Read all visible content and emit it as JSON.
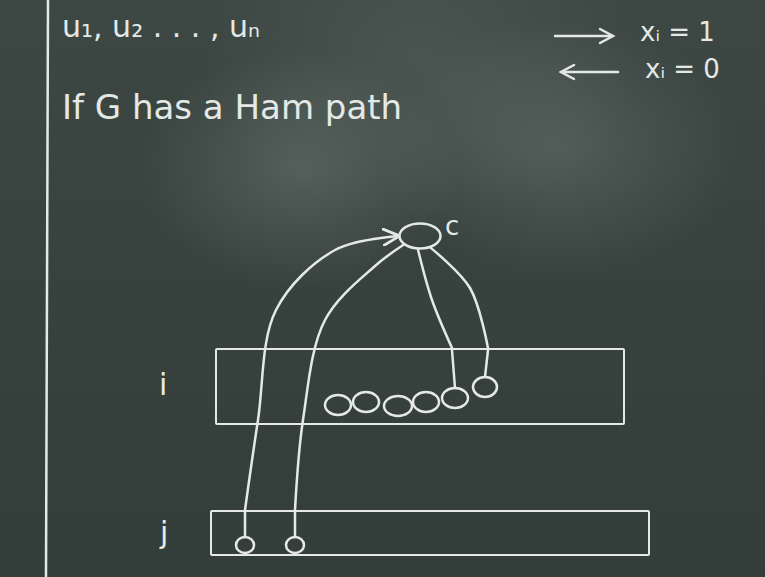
{
  "diagram": {
    "nodes": [
      {
        "text": [
          "c"
        ]
      },
      {
        "text": [
          "i"
        ]
      },
      {
        "text": [
          "j"
        ]
      }
    ],
    "edges": [
      {
        "from": 2,
        "to": 0,
        "arrow": "to"
      },
      {
        "from": 2,
        "to": 0,
        "arrow": "none"
      },
      {
        "from": 0,
        "to": 1,
        "arrow": "none"
      },
      {
        "from": 0,
        "to": 1,
        "arrow": "none"
      }
    ],
    "labels": [
      "u₁, u₂ . . . , uₙ",
      "xᵢ = 1",
      "xᵢ = 0",
      "If G has a Ham path"
    ]
  }
}
